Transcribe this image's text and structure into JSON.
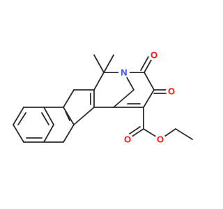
{
  "molecule": {
    "colors": {
      "bond": "#2b2b2b",
      "O": "#ff0d0d",
      "N": "#3050f8"
    },
    "atoms": {
      "O_lactam": "O",
      "O_ketone": "O",
      "N_ring": "N",
      "O_ester_carbonyl": "O",
      "O_ester_ether": "O"
    }
  }
}
